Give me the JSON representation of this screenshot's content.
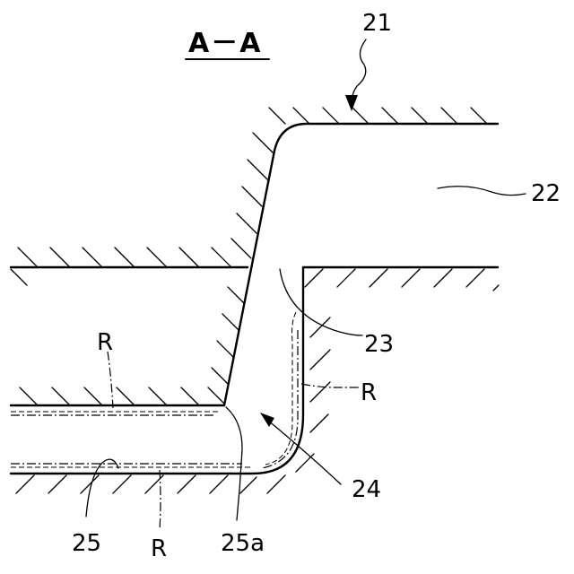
{
  "title": "A－A",
  "labels": {
    "l21": "21",
    "l22": "22",
    "l23": "23",
    "l24": "24",
    "l25": "25",
    "l25a": "25a",
    "r_left": "R",
    "r_right": "R",
    "r_bottom": "R"
  }
}
